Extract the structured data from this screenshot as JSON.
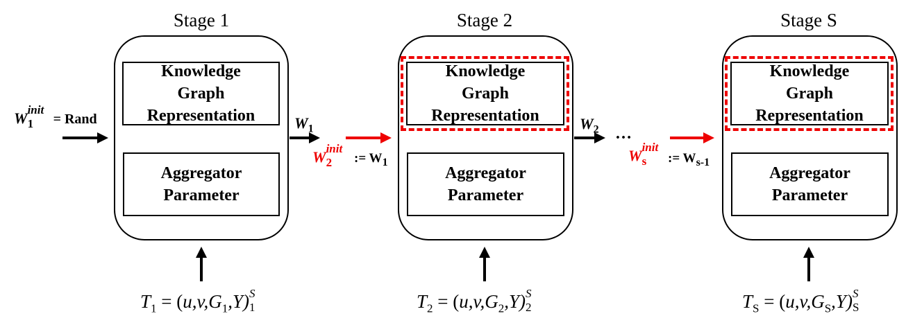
{
  "stages": [
    {
      "title": "Stage 1",
      "kg_lines": [
        "Knowledge",
        "Graph",
        "Representation"
      ],
      "agg_lines": [
        "Aggregator",
        "Parameter"
      ],
      "formula": {
        "T": "T",
        "T_sub": "1",
        "eq": " = (",
        "args": "u,v,G",
        "G_sub": "1",
        "tail": ",Y)",
        "sup": "S",
        "sub": "1"
      }
    },
    {
      "title": "Stage 2",
      "kg_lines": [
        "Knowledge",
        "Graph",
        "Representation"
      ],
      "agg_lines": [
        "Aggregator",
        "Parameter"
      ],
      "formula": {
        "T": "T",
        "T_sub": "2",
        "eq": " = (",
        "args": "u,v,G",
        "G_sub": "2",
        "tail": ",Y)",
        "sup": "S",
        "sub": "2"
      }
    },
    {
      "title": "Stage S",
      "kg_lines": [
        "Knowledge",
        "Graph",
        "Representation"
      ],
      "agg_lines": [
        "Aggregator",
        "Parameter"
      ],
      "formula": {
        "T": "T",
        "T_sub": "S",
        "eq": " = (",
        "args": "u,v,G",
        "G_sub": "S",
        "tail": ",Y)",
        "sup": "S",
        "sub": "S"
      }
    }
  ],
  "labels": {
    "w1_init": {
      "W": "W",
      "sub": "1",
      "sup": "init",
      "rest": " = Rand"
    },
    "w1_out": {
      "W": "W",
      "sub": "1"
    },
    "w2_init": {
      "W": "W",
      "sub": "2",
      "sup": "init",
      "rest": " := W",
      "rest_sub": "1"
    },
    "w2_out": {
      "W": "W",
      "sub": "2"
    },
    "ellipsis": "…",
    "ws_init": {
      "W": "W",
      "sub": "s",
      "sup": "init",
      "rest": " := W",
      "rest_sub": "s-1"
    }
  },
  "colors": {
    "highlight": "#e00000",
    "stroke": "#000000"
  }
}
